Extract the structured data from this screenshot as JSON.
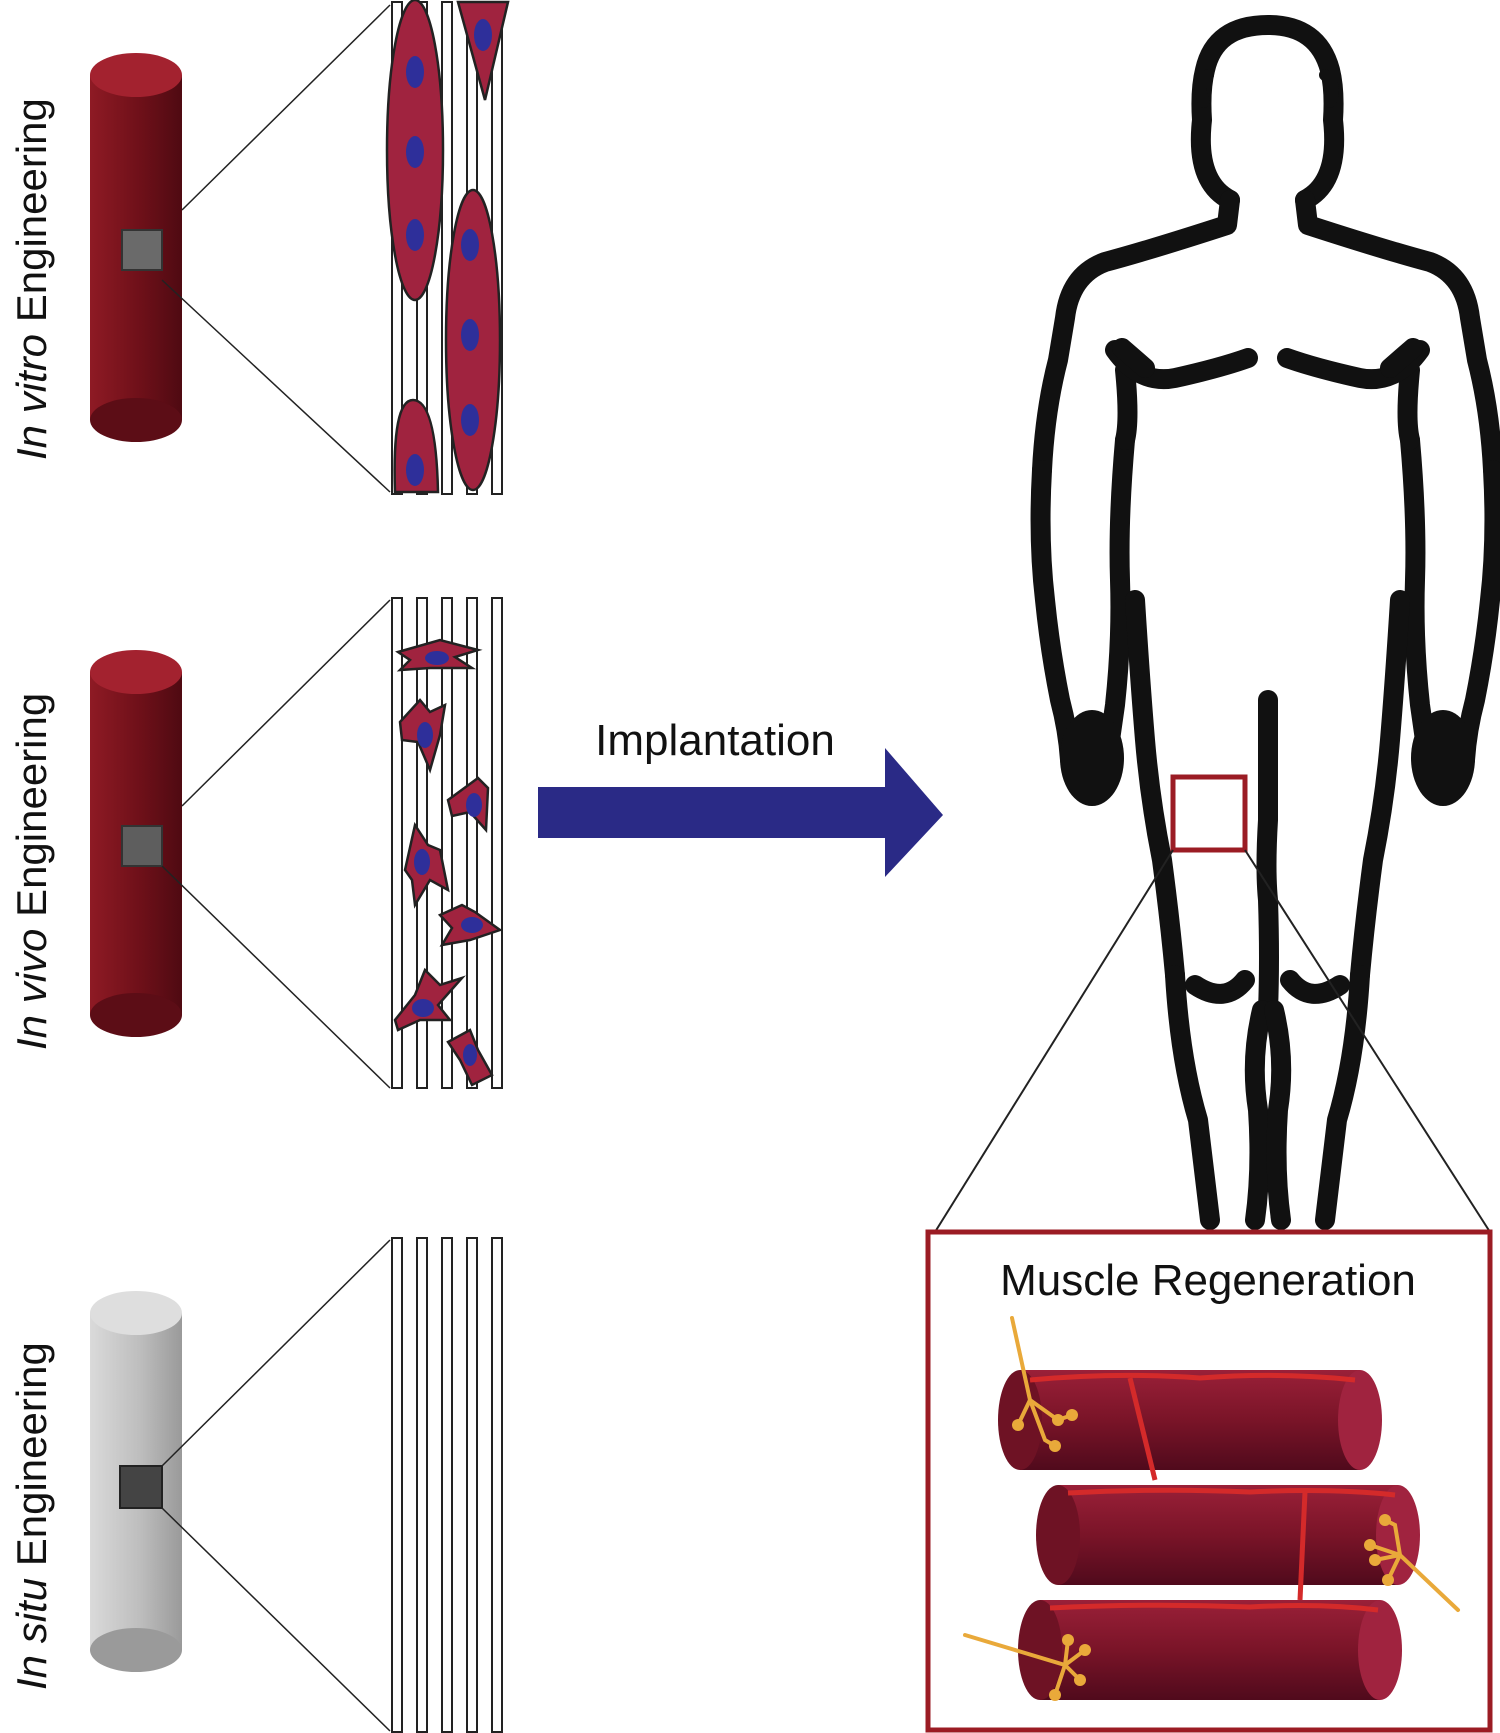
{
  "approaches": [
    {
      "id": "in-vitro",
      "label_italic": "In vitro",
      "label_rest": " Engineering",
      "scaffold": "cell-seeded",
      "scaffold_color": "#7a1420",
      "cells": "elongated-myotubes"
    },
    {
      "id": "in-vivo",
      "label_italic": "In vivo",
      "label_rest": " Engineering",
      "scaffold": "cell-seeded",
      "scaffold_color": "#7a1420",
      "cells": "stellate-cells"
    },
    {
      "id": "in-situ",
      "label_italic": "In situ",
      "label_rest": " Engineering",
      "scaffold": "acellular",
      "scaffold_color": "#c8c8c8",
      "cells": "none"
    }
  ],
  "arrow": {
    "label": "Implantation",
    "color": "#2a2a86"
  },
  "body": {
    "outline_color": "#111111",
    "region_box_color": "#9b1c24"
  },
  "inset": {
    "title": "Muscle Regeneration",
    "border_color": "#9b1c24",
    "fiber_color": "#7a1428",
    "vessel_color": "#d42a2a",
    "nerve_color": "#e9a93a"
  },
  "colors": {
    "cell_fill": "#a0233f",
    "nucleus": "#2e2f9a",
    "fiber_stroke": "#333333"
  }
}
